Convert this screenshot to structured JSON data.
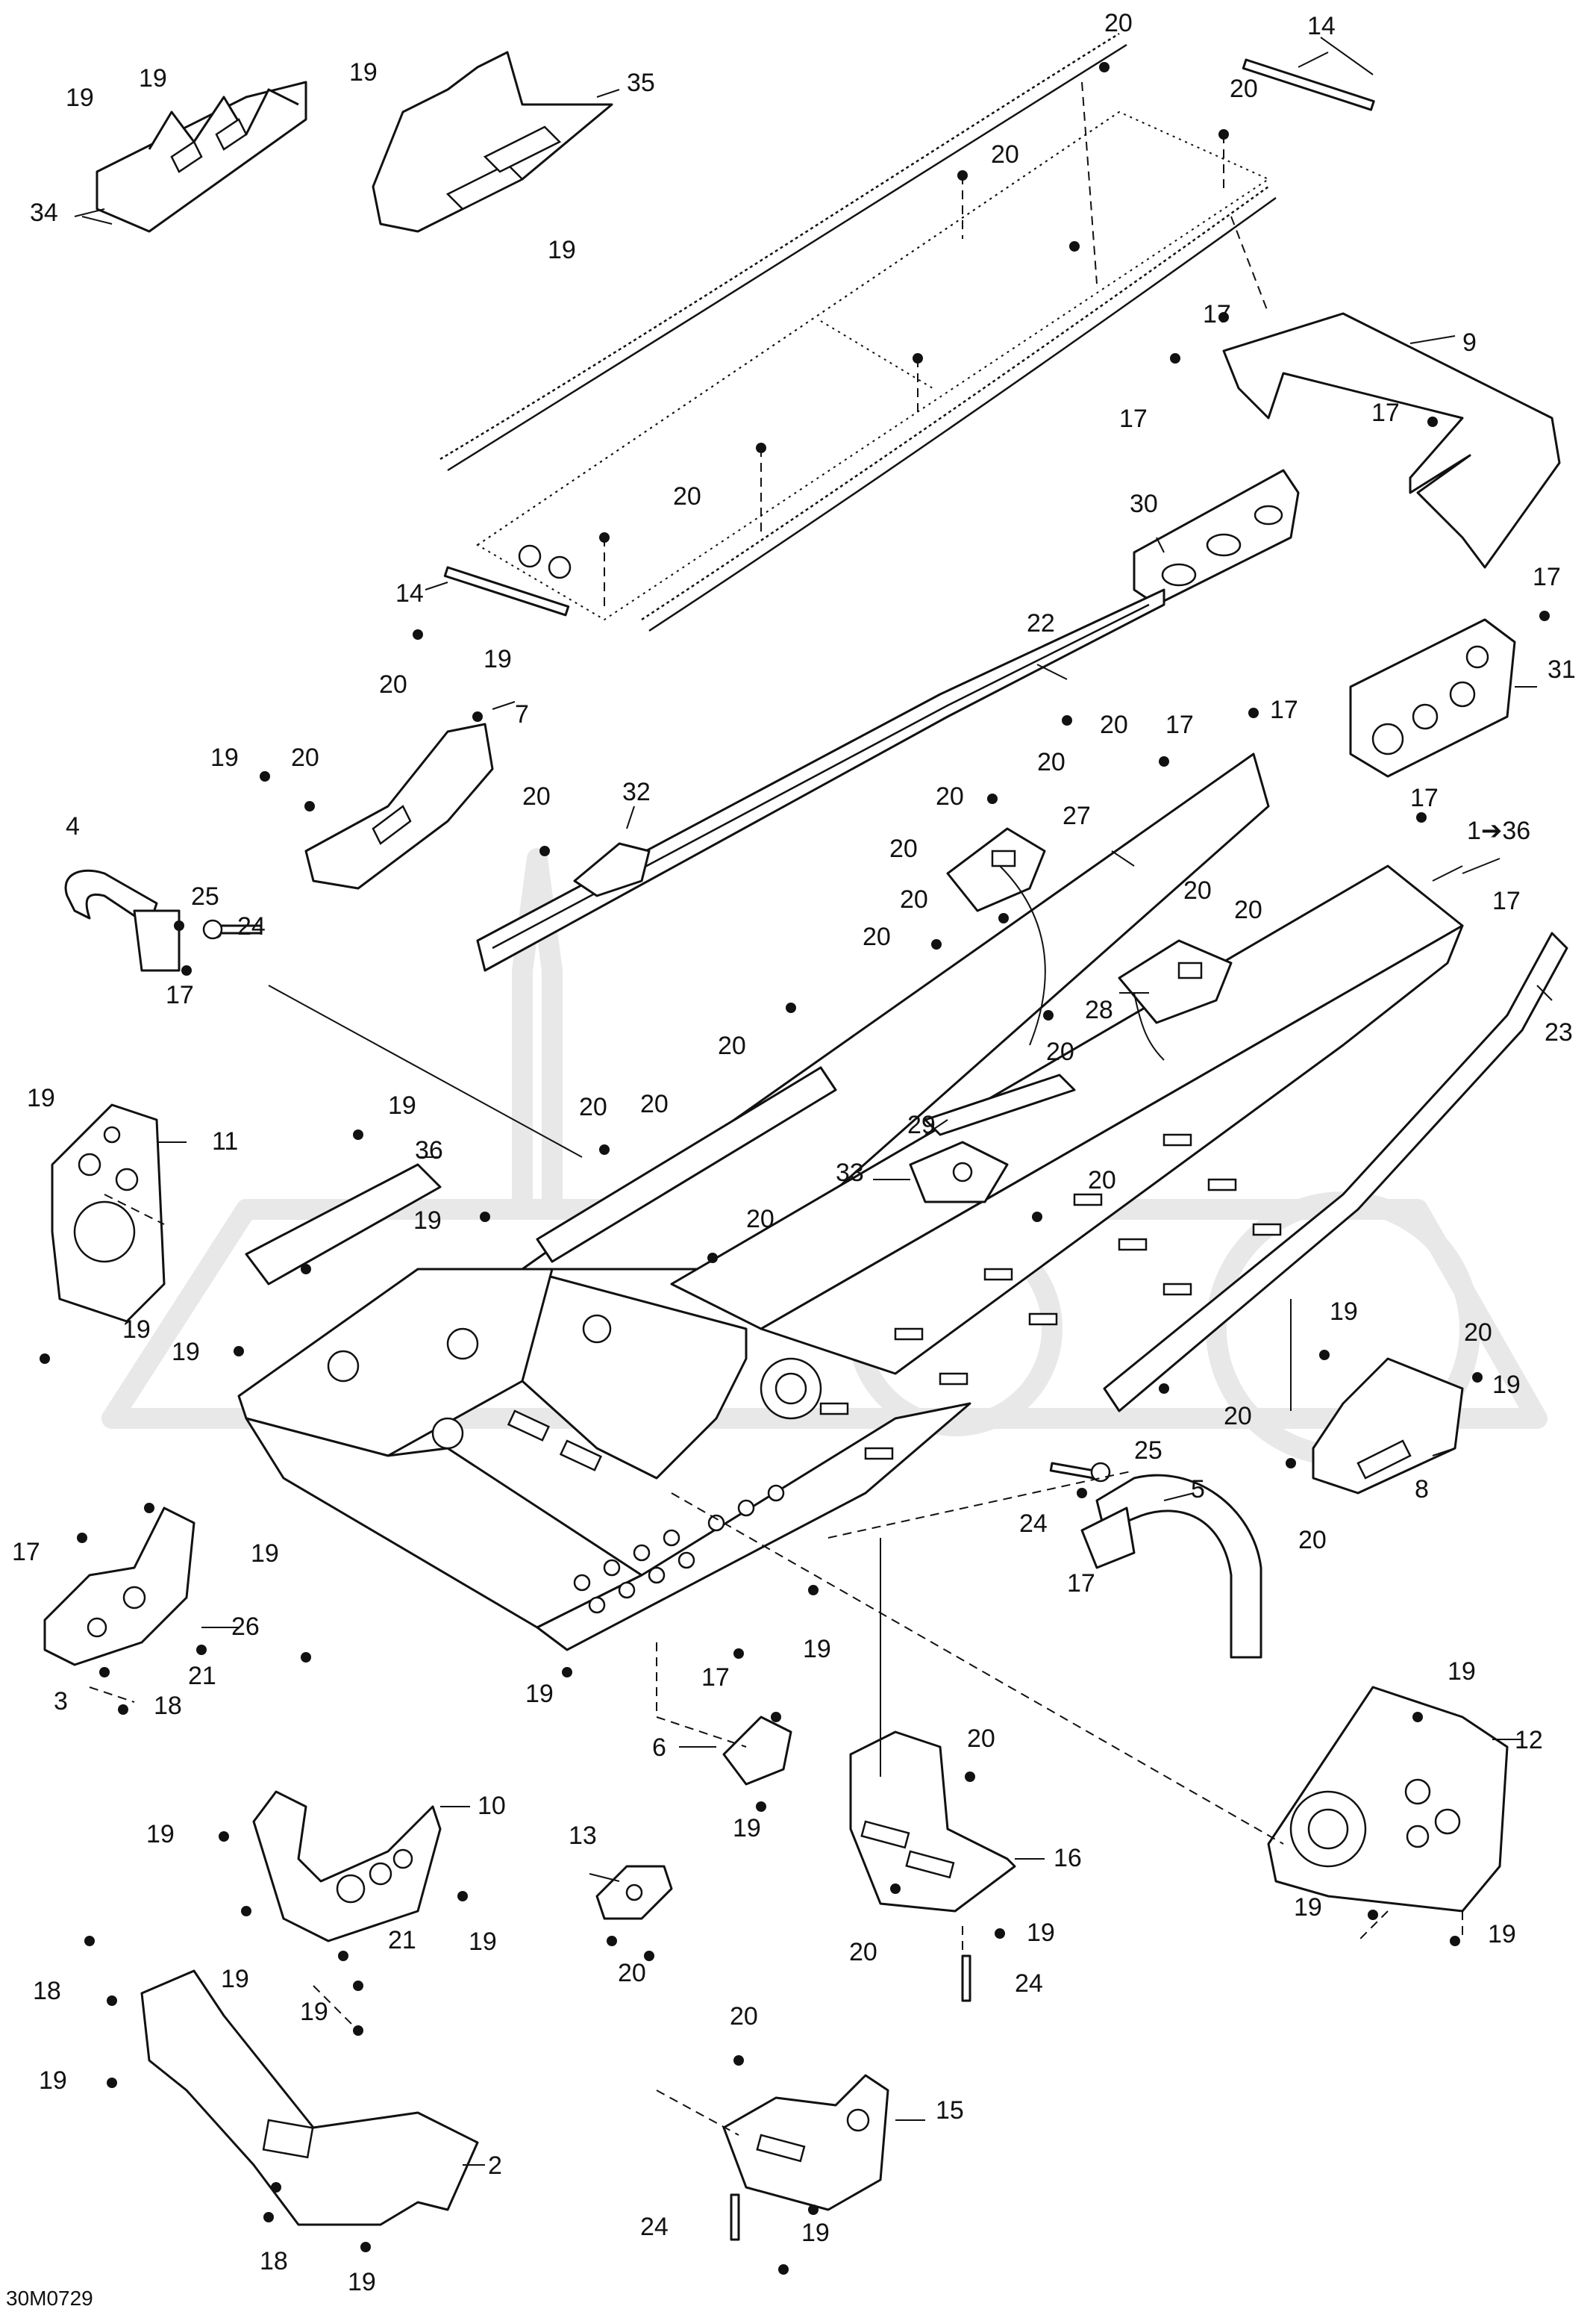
{
  "diagram": {
    "figure_code": "30M0729",
    "kit_arrow_label": "1➔36",
    "callouts": [
      "1",
      "2",
      "3",
      "4",
      "5",
      "6",
      "7",
      "8",
      "9",
      "10",
      "11",
      "12",
      "13",
      "14",
      "15",
      "16",
      "17",
      "18",
      "19",
      "20",
      "21",
      "22",
      "23",
      "24",
      "25",
      "26",
      "27",
      "28",
      "29",
      "30",
      "31",
      "32",
      "33",
      "34",
      "35",
      "36"
    ]
  }
}
